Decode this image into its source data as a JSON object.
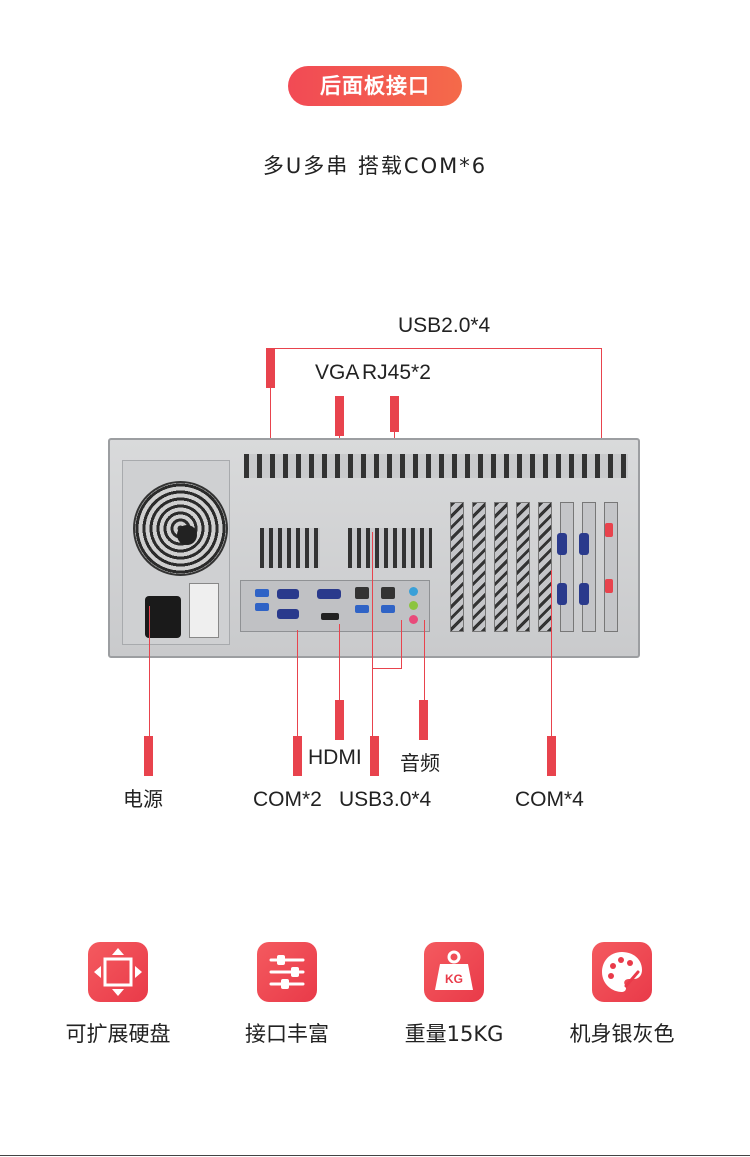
{
  "header": {
    "badge": "后面板接口",
    "subtitle": "多U多串  搭载COM*6"
  },
  "callouts": {
    "usb2": "USB2.0*4",
    "vga": "VGA",
    "rj45": "RJ45*2",
    "hdmi": "HDMI",
    "audio": "音频",
    "power": "电源",
    "com2": "COM*2",
    "usb3": "USB3.0*4",
    "com4": "COM*4"
  },
  "features": [
    {
      "icon": "expand-icon",
      "label": "可扩展硬盘"
    },
    {
      "icon": "sliders-icon",
      "label": "接口丰富"
    },
    {
      "icon": "weight-icon",
      "label": "重量15KG",
      "badge": "KG"
    },
    {
      "icon": "palette-icon",
      "label": "机身银灰色"
    }
  ],
  "colors": {
    "accent": "#e8434d",
    "chassis": "#c9cacc"
  }
}
